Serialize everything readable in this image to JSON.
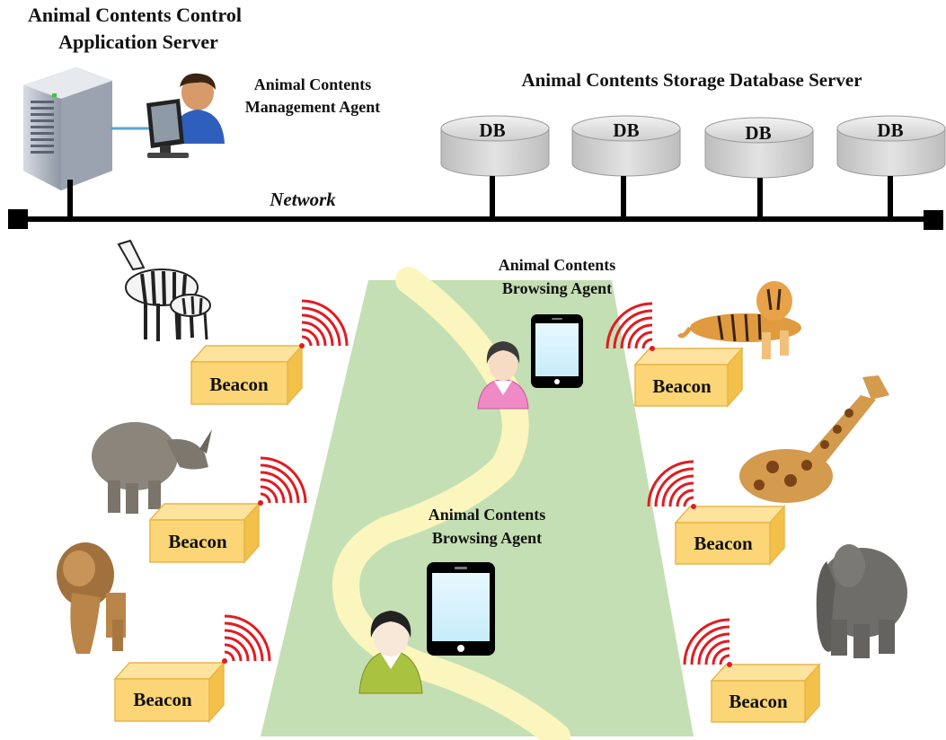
{
  "server": {
    "title_line1": "Animal Contents Control",
    "title_line2": "Application  Server"
  },
  "management_agent": {
    "line1": "Animal Contents",
    "line2": "Management Agent"
  },
  "storage": {
    "title": "Animal  Contents  Storage  Database  Server",
    "databases": [
      {
        "label": "DB"
      },
      {
        "label": "DB"
      },
      {
        "label": "DB"
      },
      {
        "label": "DB"
      }
    ]
  },
  "network": {
    "label": "Network"
  },
  "browsing_agents": [
    {
      "line1": "Animal Contents",
      "line2": "Browsing Agent"
    },
    {
      "line1": "Animal Contents",
      "line2": "Browsing Agent"
    }
  ],
  "beacons": [
    {
      "label": "Beacon",
      "animal": "zebra"
    },
    {
      "label": "Beacon",
      "animal": "rhinoceros"
    },
    {
      "label": "Beacon",
      "animal": "lion"
    },
    {
      "label": "Beacon",
      "animal": "tiger"
    },
    {
      "label": "Beacon",
      "animal": "giraffe"
    },
    {
      "label": "Beacon",
      "animal": "elephant"
    }
  ],
  "colors": {
    "path_green": "#c5dfb4",
    "trail": "#fbf6bd",
    "beacon_front": "#fcd577",
    "beacon_side": "#f3c149",
    "signal": "#e21b22",
    "db_fill": "#d9d9d9",
    "person_pink": "#f08ac7",
    "person_green": "#a9c23f"
  }
}
